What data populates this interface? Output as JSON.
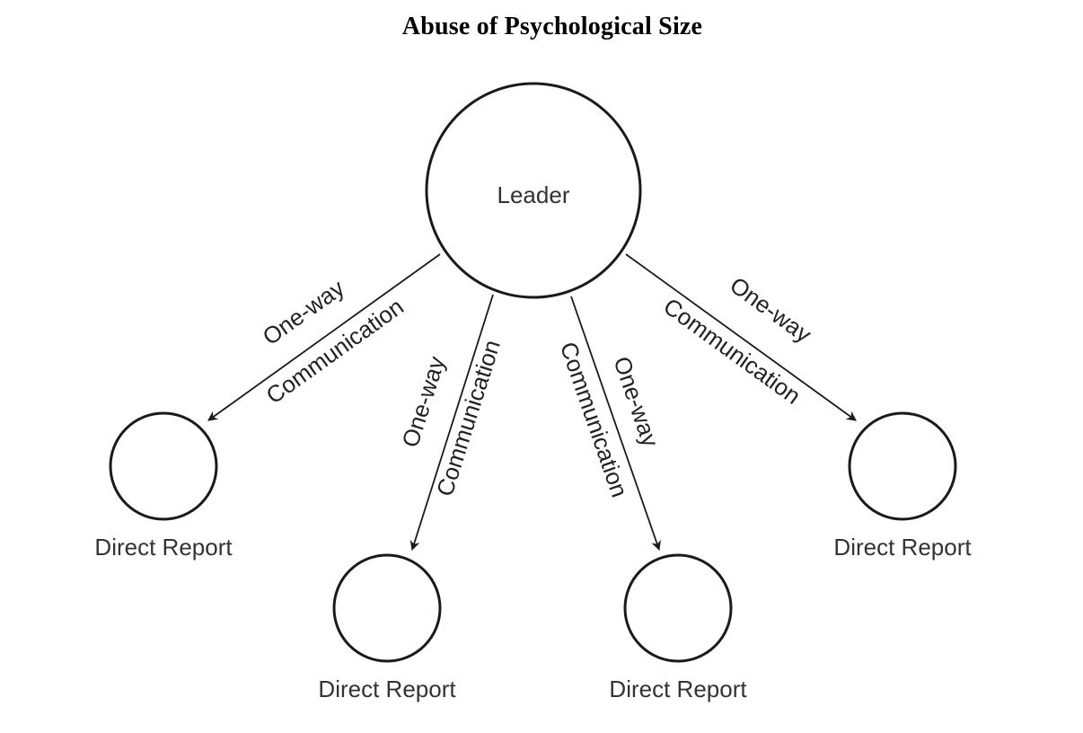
{
  "title": "Abuse of Psychological Size",
  "nodes": {
    "leader": {
      "label": "Leader"
    },
    "reports": [
      {
        "label": "Direct Report"
      },
      {
        "label": "Direct Report"
      },
      {
        "label": "Direct Report"
      },
      {
        "label": "Direct Report"
      }
    ]
  },
  "edges": [
    {
      "line1": "One-way",
      "line2": "Communication"
    },
    {
      "line1": "One-way",
      "line2": "Communication"
    },
    {
      "line1": "Communication",
      "line2": "One-way"
    },
    {
      "line1": "One-way",
      "line2": "Communication"
    }
  ]
}
